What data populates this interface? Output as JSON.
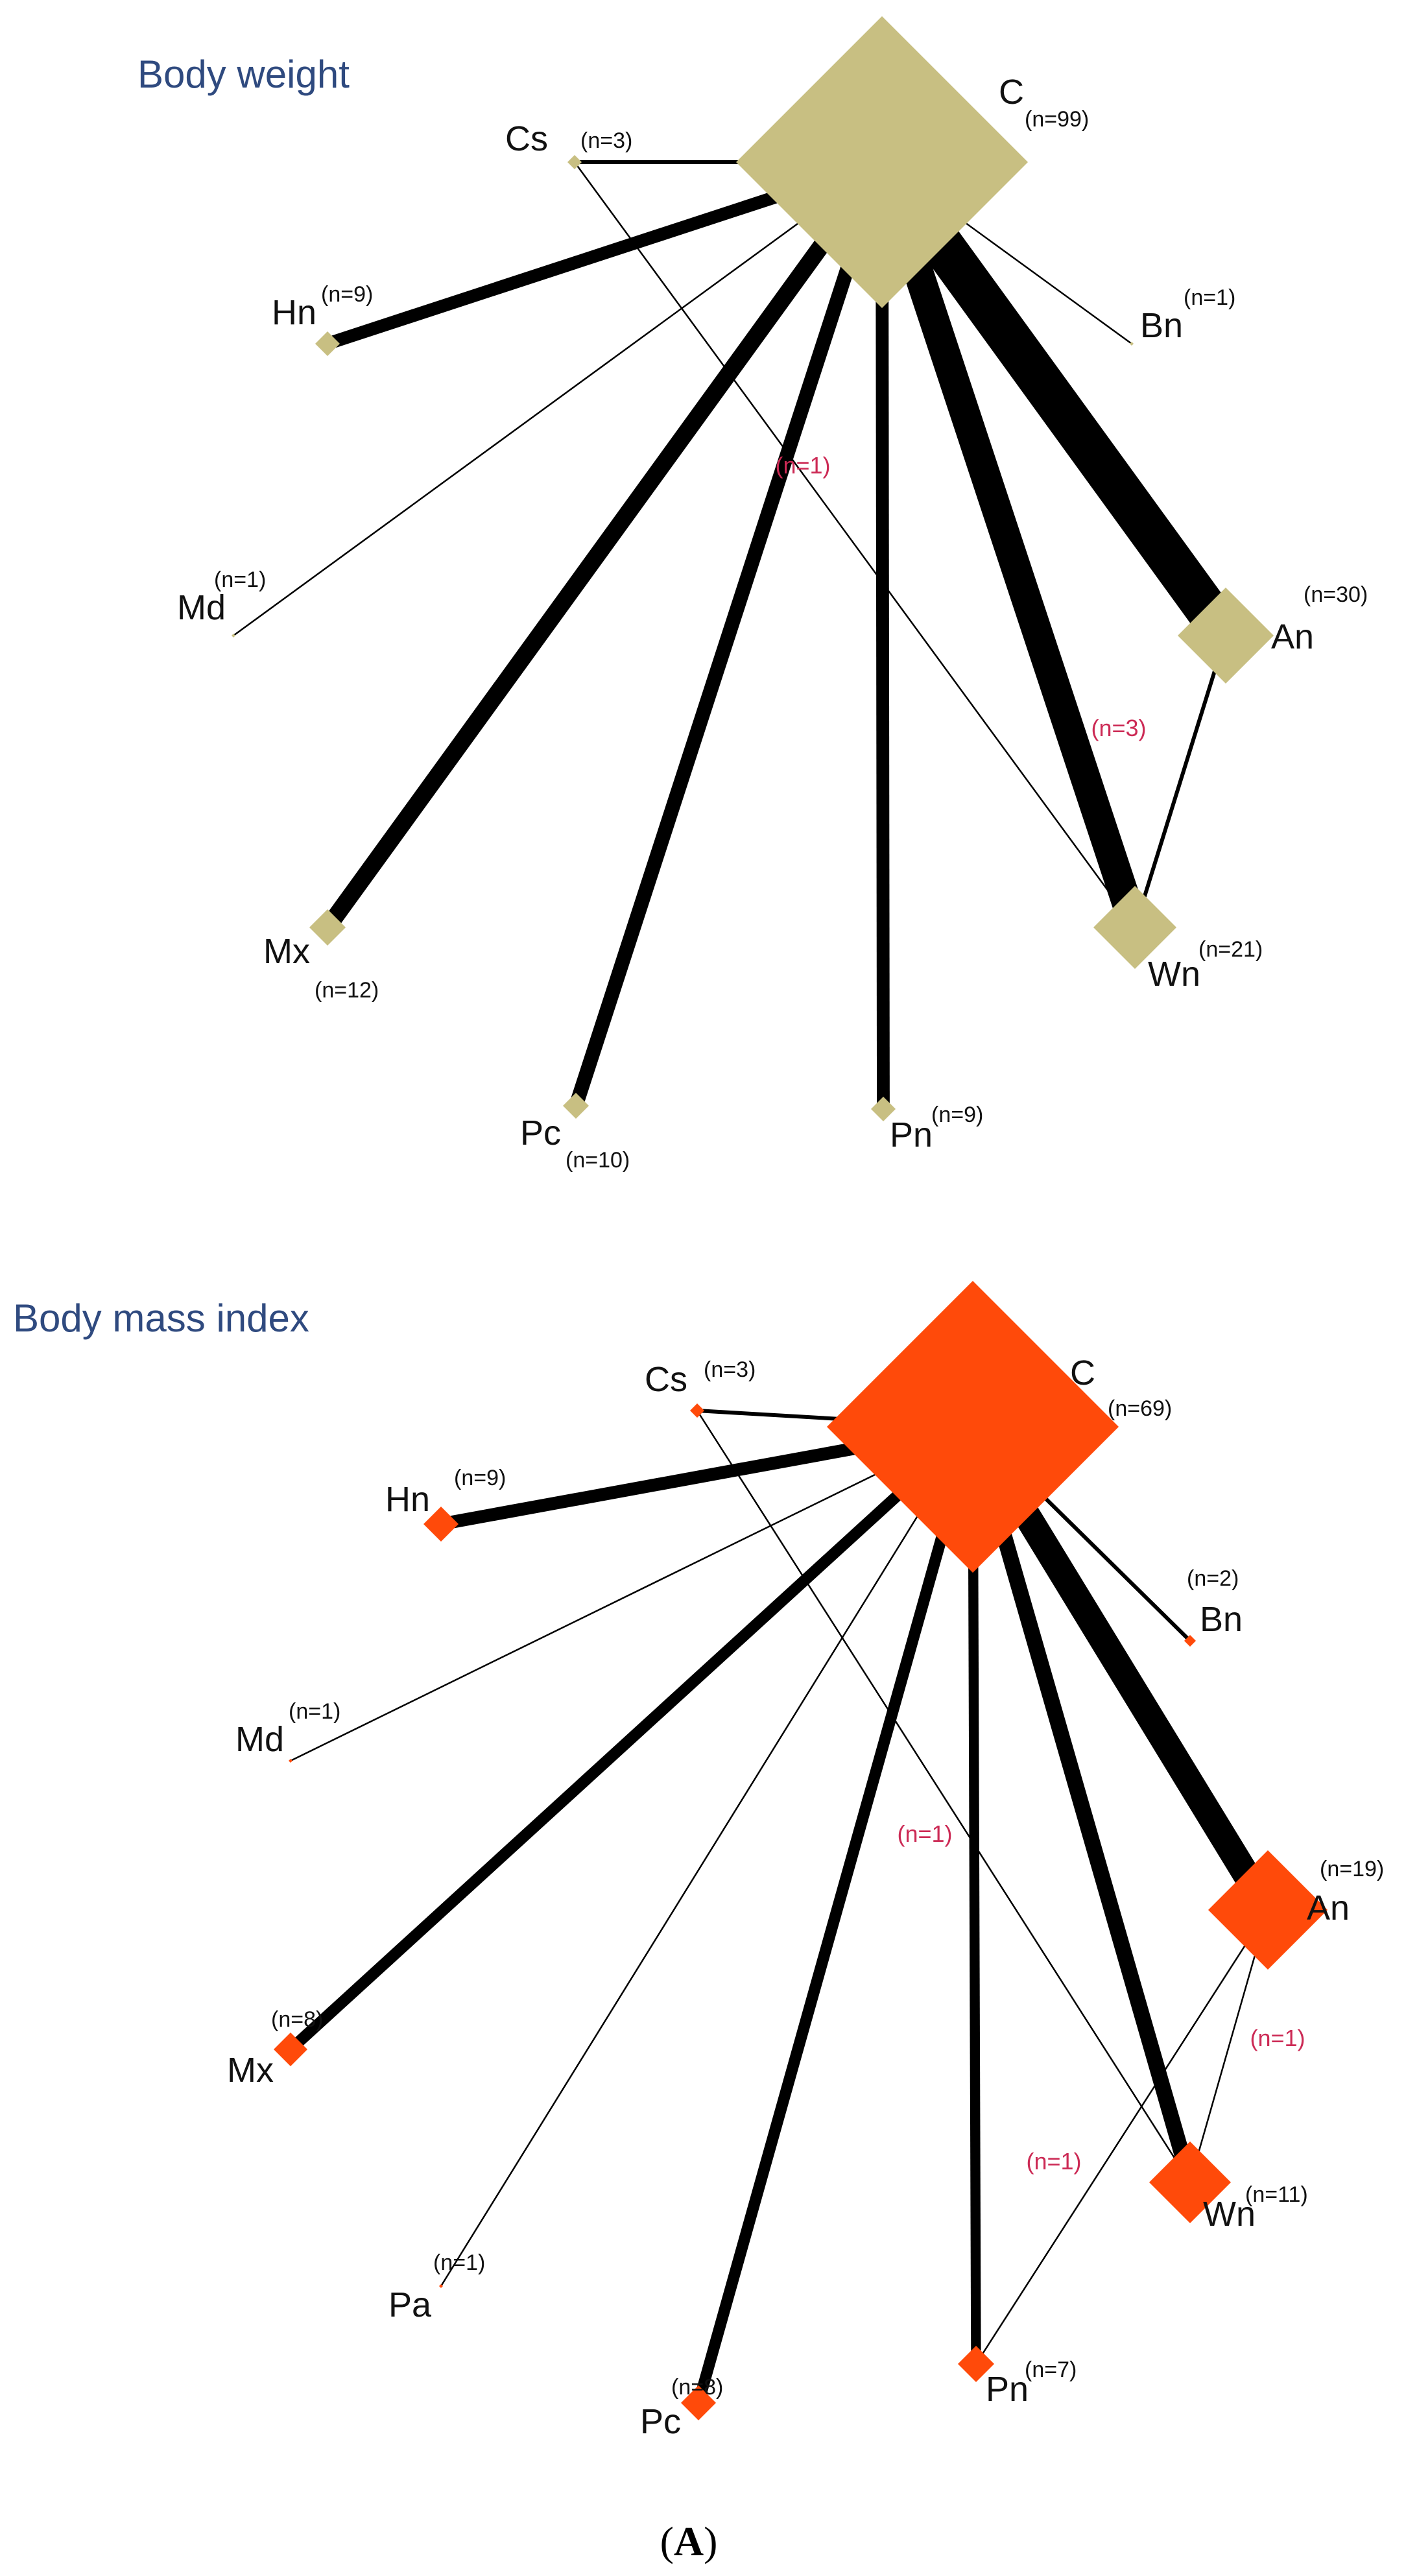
{
  "panels": [
    {
      "title": "Body weight",
      "node_color": "#c8bf82",
      "nodes": [
        {
          "id": "C",
          "label": "C",
          "n_label": "(n=99)",
          "n": 99
        },
        {
          "id": "Cs",
          "label": "Cs",
          "n_label": "(n=3)",
          "n": 3
        },
        {
          "id": "Hn",
          "label": "Hn",
          "n_label": "(n=9)",
          "n": 9
        },
        {
          "id": "Md",
          "label": "Md",
          "n_label": "(n=1)",
          "n": 1
        },
        {
          "id": "Mx",
          "label": "Mx",
          "n_label": "(n=12)",
          "n": 12
        },
        {
          "id": "Pc",
          "label": "Pc",
          "n_label": "(n=10)",
          "n": 10
        },
        {
          "id": "Pn",
          "label": "Pn",
          "n_label": "(n=9)",
          "n": 9
        },
        {
          "id": "Wn",
          "label": "Wn",
          "n_label": "(n=21)",
          "n": 21
        },
        {
          "id": "An",
          "label": "An",
          "n_label": "(n=30)",
          "n": 30
        },
        {
          "id": "Bn",
          "label": "Bn",
          "n_label": "(n=1)",
          "n": 1
        }
      ],
      "edges": [
        {
          "from": "C",
          "to": "Cs",
          "n": 3
        },
        {
          "from": "C",
          "to": "Hn",
          "n": 9
        },
        {
          "from": "C",
          "to": "Md",
          "n": 1
        },
        {
          "from": "C",
          "to": "Mx",
          "n": 12
        },
        {
          "from": "C",
          "to": "Pc",
          "n": 10
        },
        {
          "from": "C",
          "to": "Pn",
          "n": 9
        },
        {
          "from": "C",
          "to": "Wn",
          "n": 21
        },
        {
          "from": "C",
          "to": "An",
          "n": 30
        },
        {
          "from": "C",
          "to": "Bn",
          "n": 1
        },
        {
          "from": "Cs",
          "to": "Wn",
          "n": 1,
          "label": "(n=1)"
        },
        {
          "from": "An",
          "to": "Wn",
          "n": 3,
          "label": "(n=3)"
        }
      ]
    },
    {
      "title": "Body mass index",
      "node_color": "#ff4a0a",
      "nodes": [
        {
          "id": "C",
          "label": "C",
          "n_label": "(n=69)",
          "n": 69
        },
        {
          "id": "Cs",
          "label": "Cs",
          "n_label": "(n=3)",
          "n": 3
        },
        {
          "id": "Hn",
          "label": "Hn",
          "n_label": "(n=9)",
          "n": 9
        },
        {
          "id": "Md",
          "label": "Md",
          "n_label": "(n=1)",
          "n": 1
        },
        {
          "id": "Mx",
          "label": "Mx",
          "n_label": "(n=8)",
          "n": 8
        },
        {
          "id": "Pa",
          "label": "Pa",
          "n_label": "(n=1)",
          "n": 1
        },
        {
          "id": "Pc",
          "label": "Pc",
          "n_label": "(n=8)",
          "n": 8
        },
        {
          "id": "Pn",
          "label": "Pn",
          "n_label": "(n=7)",
          "n": 7
        },
        {
          "id": "Wn",
          "label": "Wn",
          "n_label": "(n=11)",
          "n": 11
        },
        {
          "id": "An",
          "label": "An",
          "n_label": "(n=19)",
          "n": 19
        },
        {
          "id": "Bn",
          "label": "Bn",
          "n_label": "(n=2)",
          "n": 2
        }
      ],
      "edges": [
        {
          "from": "C",
          "to": "Cs",
          "n": 3
        },
        {
          "from": "C",
          "to": "Hn",
          "n": 9
        },
        {
          "from": "C",
          "to": "Md",
          "n": 1
        },
        {
          "from": "C",
          "to": "Mx",
          "n": 8
        },
        {
          "from": "C",
          "to": "Pa",
          "n": 1
        },
        {
          "from": "C",
          "to": "Pc",
          "n": 8
        },
        {
          "from": "C",
          "to": "Pn",
          "n": 7
        },
        {
          "from": "C",
          "to": "Wn",
          "n": 11
        },
        {
          "from": "C",
          "to": "An",
          "n": 19
        },
        {
          "from": "C",
          "to": "Bn",
          "n": 2
        },
        {
          "from": "Cs",
          "to": "Wn",
          "n": 1,
          "label": "(n=1)"
        },
        {
          "from": "An",
          "to": "Wn",
          "n": 1,
          "label": "(n=1)"
        },
        {
          "from": "An",
          "to": "Pn",
          "n": 1,
          "label": "(n=1)"
        }
      ]
    }
  ],
  "caption": {
    "open": "(",
    "letter": "A",
    "close": ")"
  }
}
